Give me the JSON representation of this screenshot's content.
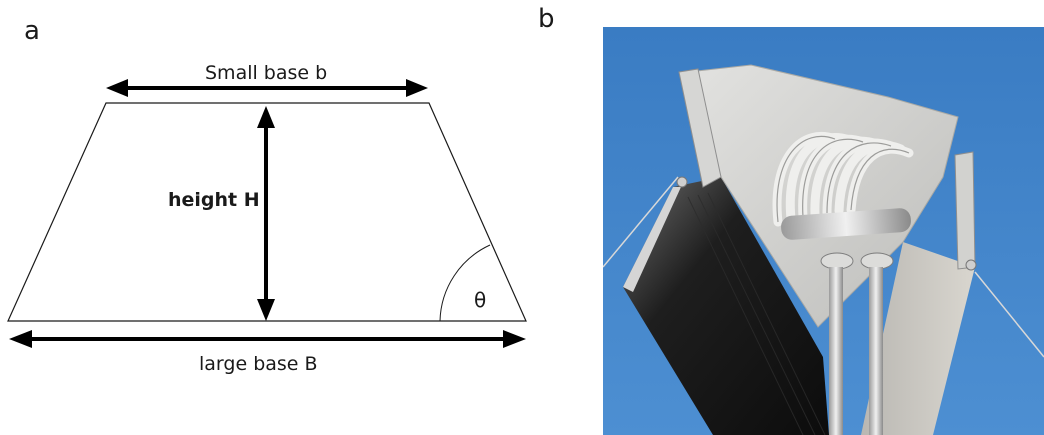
{
  "panel_a": {
    "letter": "a",
    "small_base_label": "Small base b",
    "height_label": "height H",
    "large_base_label": "large base B",
    "angle_label": "θ"
  },
  "panel_b": {
    "letter": "b"
  },
  "colors": {
    "line": "#1a1a1a",
    "sky": "#3f82c8",
    "metal": "#c9c9c9"
  }
}
